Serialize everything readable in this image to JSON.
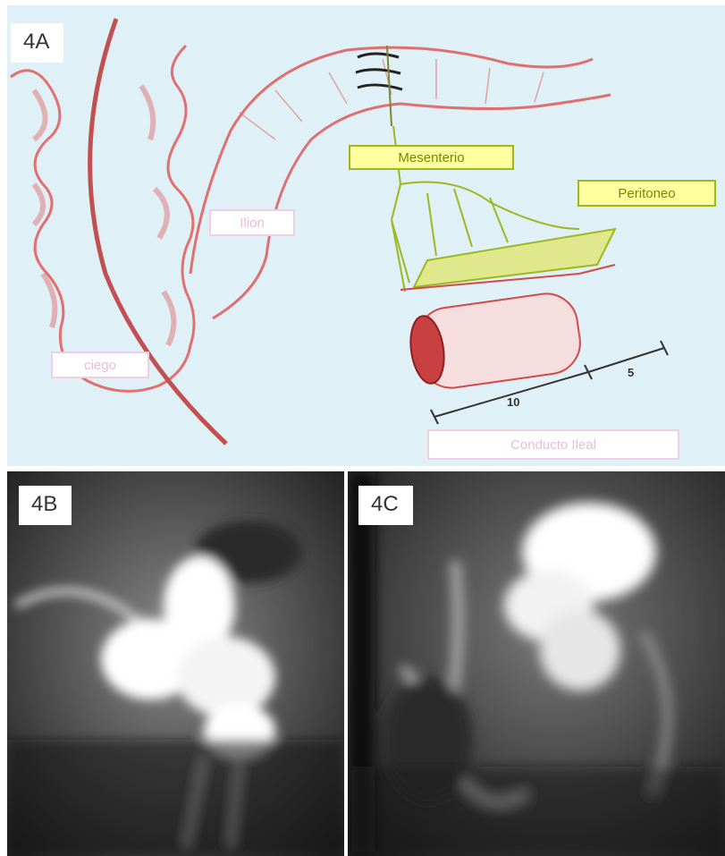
{
  "panels": {
    "a": {
      "label": "4A",
      "labels": {
        "ileum": "Ilion",
        "mesentery": "Mesenterio",
        "peritoneum": "Peritoneo",
        "cecum": "ciego",
        "conduit": "Conducto Ileal"
      },
      "dimensions": {
        "length_10": "10",
        "length_5": "5"
      },
      "colors": {
        "bowel": "#e06868",
        "mesentery": "#b8cf3c",
        "peritoneum_fill": "#dfe88c",
        "background": "#dff0f6"
      }
    },
    "b": {
      "label": "4B"
    },
    "c": {
      "label": "4C"
    }
  }
}
